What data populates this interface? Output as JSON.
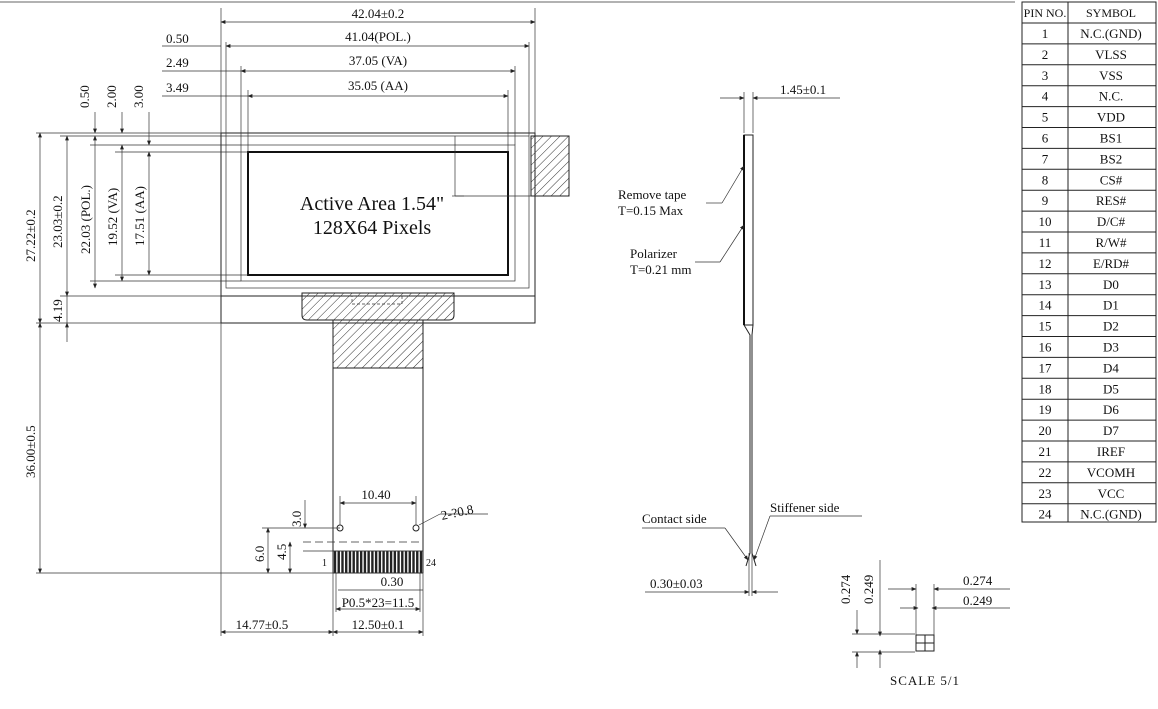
{
  "front_view": {
    "width_total": "42.04±0.2",
    "width_pol": "41.04(POL.)",
    "width_va": "37.05 (VA)",
    "width_aa": "35.05 (AA)",
    "offset_050": "0.50",
    "offset_249": "2.49",
    "offset_349": "3.49",
    "v_offset_050": "0.50",
    "v_offset_200": "2.00",
    "v_offset_300": "3.00",
    "height_total": "27.22±0.2",
    "height_pol_tol": "23.03±0.2",
    "height_pol": "22.03 (POL.)",
    "height_va": "19.52 (VA)",
    "height_aa": "17.51 (AA)",
    "bottom_offset": "4.19",
    "fpc_length": "36.00±0.5",
    "active_area_line1": "Active Area 1.54\"",
    "active_area_line2": "128X64 Pixels"
  },
  "fpc_detail": {
    "width_1040": "10.40",
    "hole_spec": "2-?0.8",
    "dim_30": "3.0",
    "dim_60": "6.0",
    "dim_45": "4.5",
    "pin_first": "1",
    "pin_last": "24",
    "pitch_030": "0.30",
    "pitch_total": "P0.5*23=11.5",
    "left_offset": "14.77±0.5",
    "fpc_width": "12.50±0.1"
  },
  "side_view": {
    "thickness": "1.45±0.1",
    "remove_tape": "Remove tape",
    "remove_tape_t": "T=0.15 Max",
    "polarizer": "Polarizer",
    "polarizer_t": "T=0.21 mm",
    "contact_side": "Contact side",
    "stiffener_side": "Stiffener side",
    "fpc_thickness": "0.30±0.03"
  },
  "scale_detail": {
    "v1": "0.274",
    "v2": "0.249",
    "h1": "0.274",
    "h2": "0.249",
    "scale": "SCALE 5/1"
  },
  "pin_table": {
    "header_no": "PIN NO.",
    "header_symbol": "SYMBOL",
    "rows": [
      {
        "no": "1",
        "symbol": "N.C.(GND)"
      },
      {
        "no": "2",
        "symbol": "VLSS"
      },
      {
        "no": "3",
        "symbol": "VSS"
      },
      {
        "no": "4",
        "symbol": "N.C."
      },
      {
        "no": "5",
        "symbol": "VDD"
      },
      {
        "no": "6",
        "symbol": "BS1"
      },
      {
        "no": "7",
        "symbol": "BS2"
      },
      {
        "no": "8",
        "symbol": "CS#"
      },
      {
        "no": "9",
        "symbol": "RES#"
      },
      {
        "no": "10",
        "symbol": "D/C#"
      },
      {
        "no": "11",
        "symbol": "R/W#"
      },
      {
        "no": "12",
        "symbol": "E/RD#"
      },
      {
        "no": "13",
        "symbol": "D0"
      },
      {
        "no": "14",
        "symbol": "D1"
      },
      {
        "no": "15",
        "symbol": "D2"
      },
      {
        "no": "16",
        "symbol": "D3"
      },
      {
        "no": "17",
        "symbol": "D4"
      },
      {
        "no": "18",
        "symbol": "D5"
      },
      {
        "no": "19",
        "symbol": "D6"
      },
      {
        "no": "20",
        "symbol": "D7"
      },
      {
        "no": "21",
        "symbol": "IREF"
      },
      {
        "no": "22",
        "symbol": "VCOMH"
      },
      {
        "no": "23",
        "symbol": "VCC"
      },
      {
        "no": "24",
        "symbol": "N.C.(GND)"
      }
    ]
  }
}
